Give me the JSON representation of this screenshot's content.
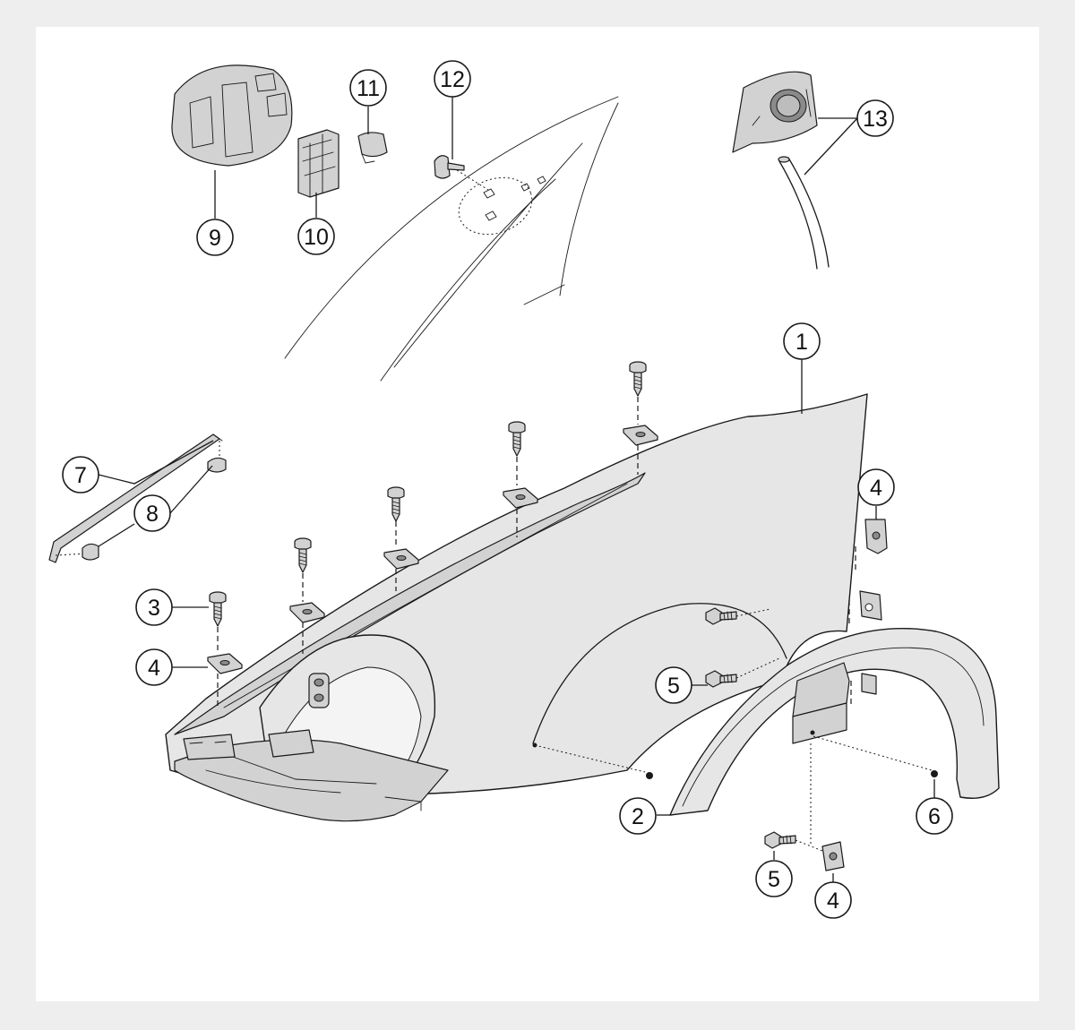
{
  "callouts": {
    "c1": "1",
    "c2": "2",
    "c3": "3",
    "c4a": "4",
    "c4b": "4",
    "c4c": "4",
    "c5a": "5",
    "c5b": "5",
    "c6": "6",
    "c7": "7",
    "c8": "8",
    "c9": "9",
    "c10": "10",
    "c11": "11",
    "c12": "12",
    "c13": "13"
  }
}
